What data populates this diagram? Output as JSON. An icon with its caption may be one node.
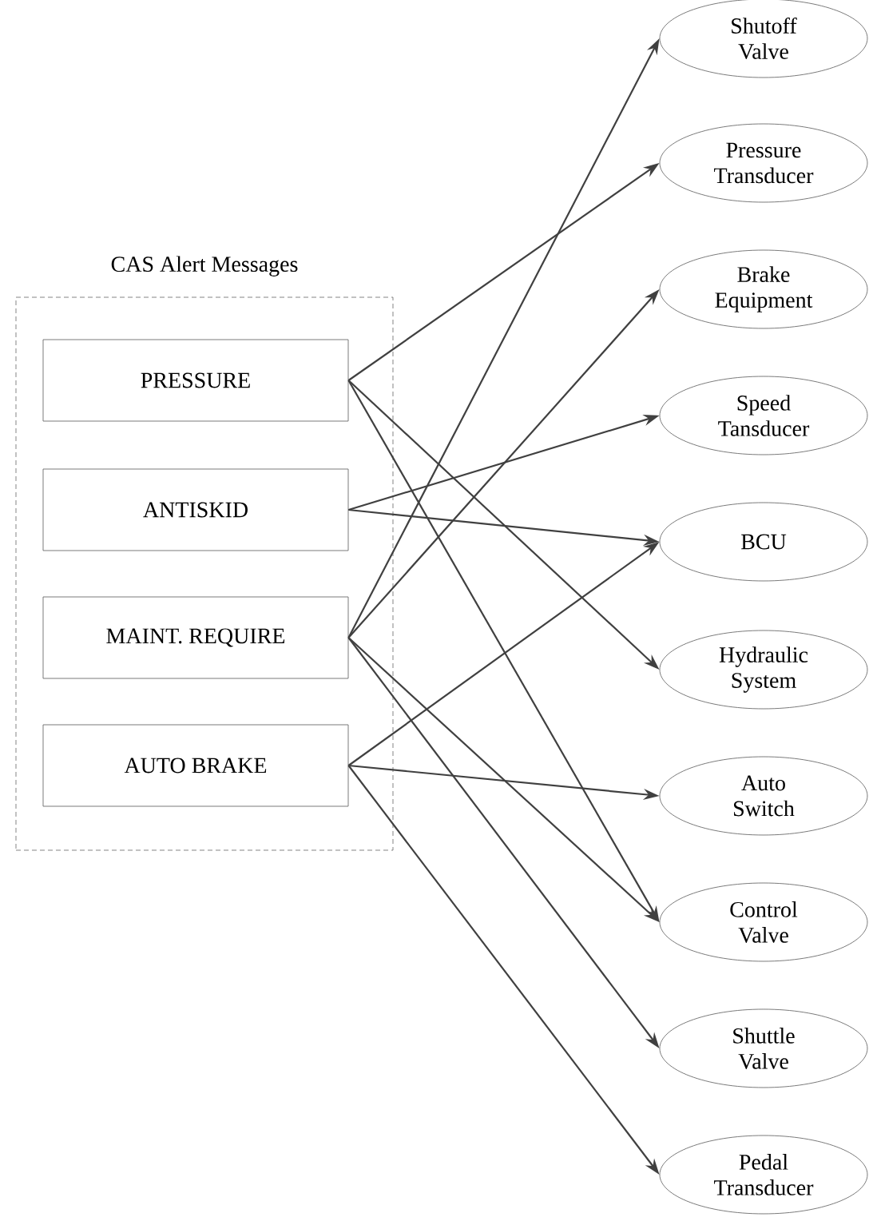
{
  "diagram": {
    "nodes": [
      {
        "text": [
          "CAS Alert Messages"
        ]
      },
      {
        "text": [
          "PRESSURE"
        ],
        "in": 0
      },
      {
        "text": [
          "ANTISKID"
        ],
        "in": 0
      },
      {
        "text": [
          "MAINT. REQUIRE"
        ],
        "in": 0
      },
      {
        "text": [
          "AUTO BRAKE"
        ],
        "in": 0
      },
      {
        "text": [
          "Shutoff Valve"
        ]
      },
      {
        "text": [
          "Pressure Transducer"
        ]
      },
      {
        "text": [
          "Brake Equipment"
        ]
      },
      {
        "text": [
          "Speed Tansducer"
        ]
      },
      {
        "text": [
          "BCU"
        ]
      },
      {
        "text": [
          "Hydraulic System"
        ]
      },
      {
        "text": [
          "Auto Switch"
        ]
      },
      {
        "text": [
          "Control Valve"
        ]
      },
      {
        "text": [
          "Shuttle Valve"
        ]
      },
      {
        "text": [
          "Pedal Transducer"
        ]
      }
    ],
    "edges": [
      {
        "from": 1,
        "to": 6,
        "arrow": "to"
      },
      {
        "from": 1,
        "to": 10,
        "arrow": "to"
      },
      {
        "from": 1,
        "to": 12,
        "arrow": "to"
      },
      {
        "from": 2,
        "to": 8,
        "arrow": "to"
      },
      {
        "from": 2,
        "to": 9,
        "arrow": "to"
      },
      {
        "from": 3,
        "to": 5,
        "arrow": "to"
      },
      {
        "from": 3,
        "to": 7,
        "arrow": "to"
      },
      {
        "from": 3,
        "to": 12,
        "arrow": "to"
      },
      {
        "from": 3,
        "to": 13,
        "arrow": "to"
      },
      {
        "from": 4,
        "to": 9,
        "arrow": "to"
      },
      {
        "from": 4,
        "to": 11,
        "arrow": "to"
      },
      {
        "from": 4,
        "to": 14,
        "arrow": "to"
      }
    ]
  }
}
